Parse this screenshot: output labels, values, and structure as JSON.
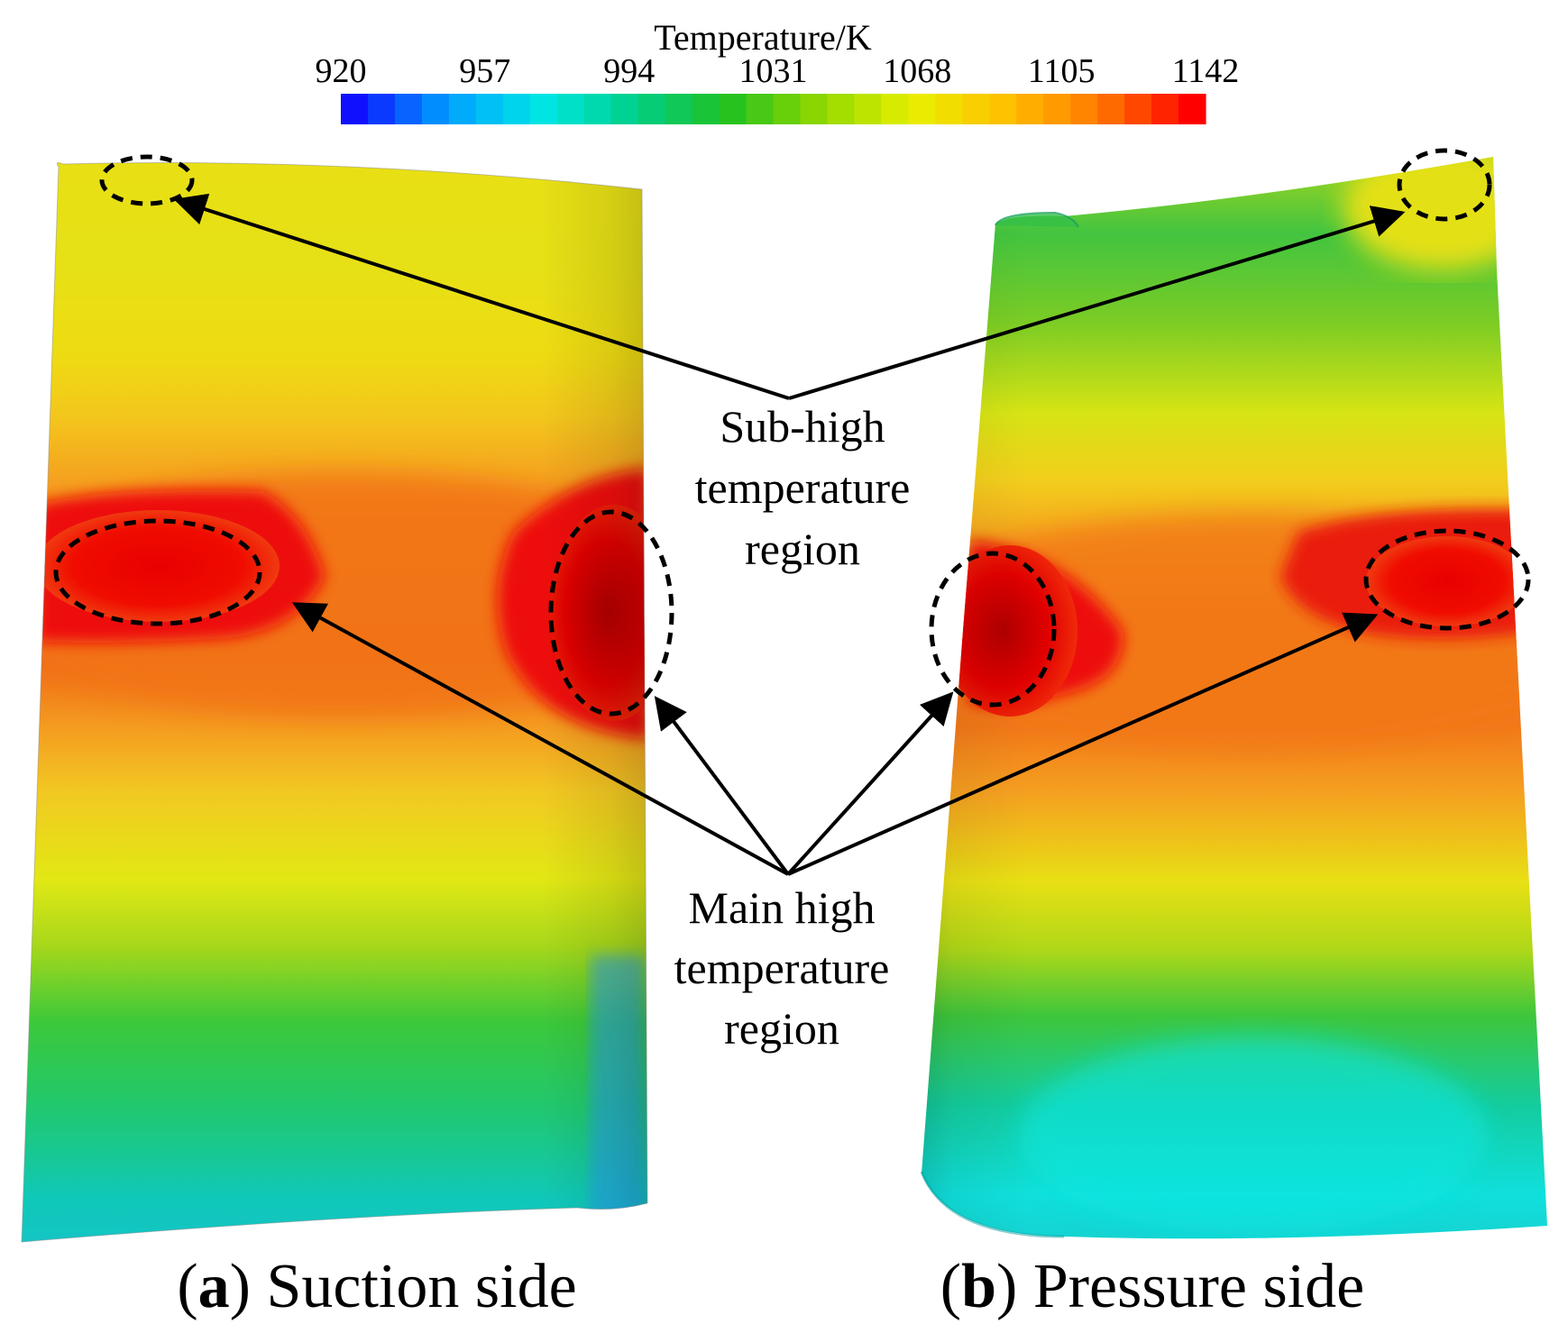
{
  "colorbar": {
    "title": "Temperature/K",
    "ticks": [
      "920",
      "957",
      "994",
      "1031",
      "1068",
      "1105",
      "1142"
    ],
    "colors": [
      "#1010ff",
      "#00a0ff",
      "#00e6e6",
      "#00d08a",
      "#20c020",
      "#90d800",
      "#e8f000",
      "#ffc000",
      "#ff7a00",
      "#ff0000"
    ]
  },
  "annotations": {
    "sub_high": [
      "Sub-high",
      "temperature",
      "region"
    ],
    "main_high": [
      "Main high",
      "temperature",
      "region"
    ]
  },
  "captions": {
    "a_letter": "a",
    "a_text": " Suction side",
    "b_letter": "b",
    "b_text": " Pressure side"
  },
  "colors": {
    "red": "#ee0000",
    "orange_red": "#f05a1a",
    "orange": "#f79a1e",
    "yellow_orange": "#f2c020",
    "yellow": "#e7e812",
    "green_yellow": "#9cd418",
    "green": "#3bc43a",
    "cyan_green": "#10cc9c",
    "cyan": "#10dcd8",
    "blue": "#2a9bef"
  }
}
